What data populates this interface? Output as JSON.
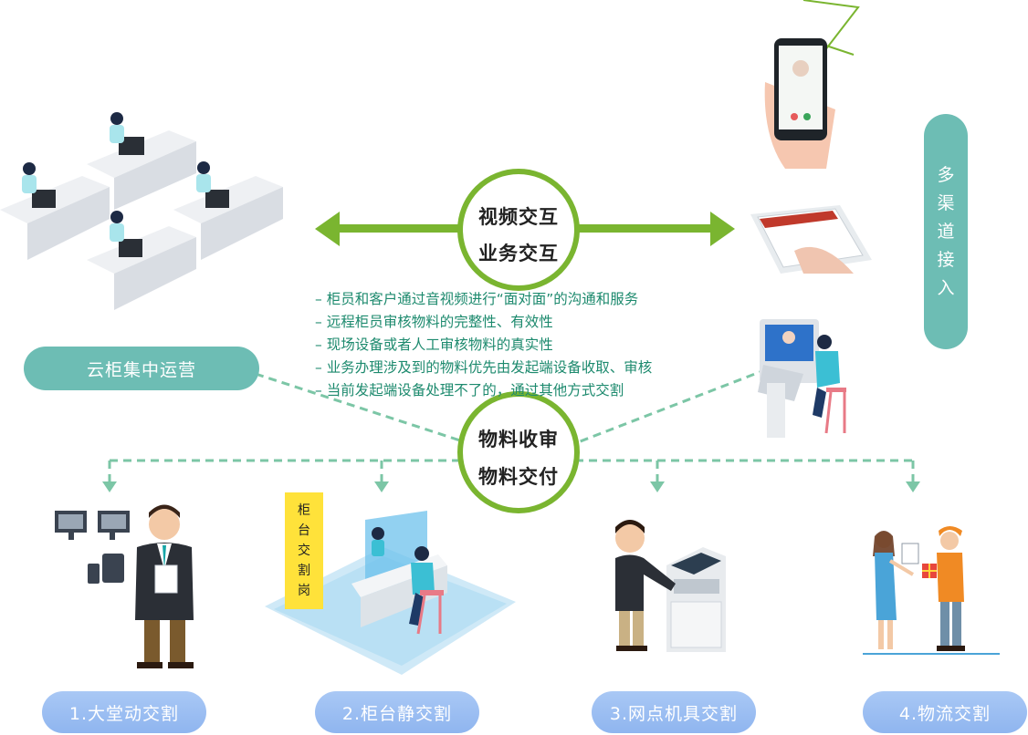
{
  "center_top": {
    "line1": "视频交互",
    "line2": "业务交互"
  },
  "center_bottom": {
    "line1": "物料收审",
    "line2": "物料交付"
  },
  "left_pill": "云柜集中运营",
  "right_vertical_pill": [
    "多",
    "渠",
    "道",
    "接",
    "入"
  ],
  "bullets": [
    "柜员和客户通过音视频进行“面对面”的沟通和服务",
    "远程柜员审核物料的完整性、有效性",
    "现场设备或者人工审核物料的真实性",
    "业务办理涉及到的物料优先由发起端设备收取、审核",
    "当前发起端设备处理不了的，通过其他方式交割"
  ],
  "counter_tag": [
    "柜",
    "台",
    "交",
    "割",
    "岗"
  ],
  "bottom_pills": [
    "1.大堂动交割",
    "2.柜台静交割",
    "3.网点机具交割",
    "4.物流交割"
  ],
  "colors": {
    "green": "#7ab530",
    "teal": "#6dbdb4",
    "dash": "#7cc6a6",
    "text_green": "#1d8a6e",
    "blue_pill": "#9bbcf2",
    "yellow": "#ffe23a"
  },
  "icons": [
    "call-center-desks-icon",
    "smartphone-video-call-icon",
    "tablet-icon",
    "video-kiosk-icon",
    "businessman-with-tablet-icon",
    "bank-counter-icon",
    "atm-machine-icon",
    "courier-delivery-icon"
  ]
}
